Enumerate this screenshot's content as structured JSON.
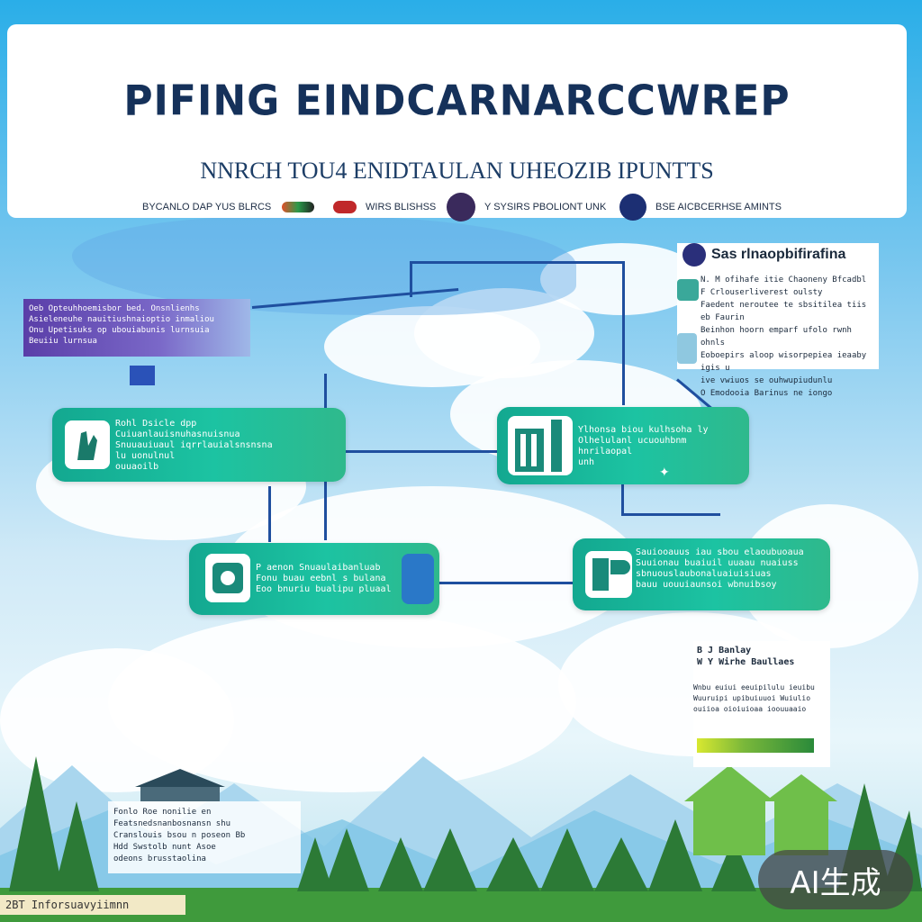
{
  "header": {
    "title": "PIFING EINDCARNARCCWREP",
    "subtitle": "NNRCH TOU4 ENIDTAULAN UHEOZIB IPUNTTS",
    "legend": [
      {
        "label": "BYCANLO DAP YUS BLRCS",
        "color": "#e0502a"
      },
      {
        "label": "WIRS BLISHSS",
        "color": "#c0282a"
      },
      {
        "label": "Y SYSIRS PBOLIONT UNK",
        "color": "#3a2a5c"
      },
      {
        "label": "BSE AICBCERHSE AMINTS",
        "color": "#1c2f73"
      }
    ]
  },
  "notes": {
    "top_left": "Oeb Opteuhhoemisbor bed. Onsnlienhs\nAsieleneuhe nauitiushnaioptio inmaliou\nOnu Upetisuks op ubouiabunis lurnsuia\nBeuiiu lurnsua",
    "top_right_title": "Sas rlnaopbifirafina",
    "top_right_body": "N. M ofihafe itie Chaoneny Bfcadbl\nF Crlouserliverest oulsty\nFaedent neroutee te sbsitilea tiis eb Faurin\nBeinhon hoorn emparf ufolo rwnh ohnls\nEoboepirs aloop wisorpepiea ieaaby igis u\nive vwiuos se ouhwupiudunlu\nO Emodooia Barinus ne iongo",
    "bottom_right_title": "B J Banlay\nW Y Wirhe Baullaes",
    "bottom_right_body": "Wnbu euiui eeuipilulu ieuibu\nWuuruipi upibuiuuoi Wuiulio\nouiioa oioiuioaa ioouuaaio",
    "bottom_left": "Fonlo Roe nonilie en\nFeatsnedsnanbosnansn shu\nCranslouis bsou n poseon Bb\nHdd Swstolb nunt Asoe\nodeons brusstaolina"
  },
  "cards": [
    {
      "name": "card-top-left",
      "text": "Rohl Dsicle dpp\nCuiuanlauisnuhasnuisnua\nSnuuauiuaul iqrrlauialsnsnsna\nlu uonulnul\nouuaoilb"
    },
    {
      "name": "card-top-right",
      "text": "Ylhonsa biou kulhsoha ly\nOlhelulanl ucuouhbnm\nhnrilaopal\nunh"
    },
    {
      "name": "card-bottom-left",
      "text": "P aenon Snuaulaibanluab\nFonu buau eebnl s bulana\nEoo bnuriu bualipu pluaal"
    },
    {
      "name": "card-bottom-right",
      "text": "Sauiooauus iau sbou elaoubuoaua\nSuuionau buaiuil uuaau nuaiuss\nsbnuouslaubonaluaiuisiuas\nbauu uouuiaunsoi wbnuibsoy"
    }
  ],
  "footer": {
    "label": "2BT Inforsuavyiimnn"
  },
  "badge": {
    "label": "AI生成"
  }
}
